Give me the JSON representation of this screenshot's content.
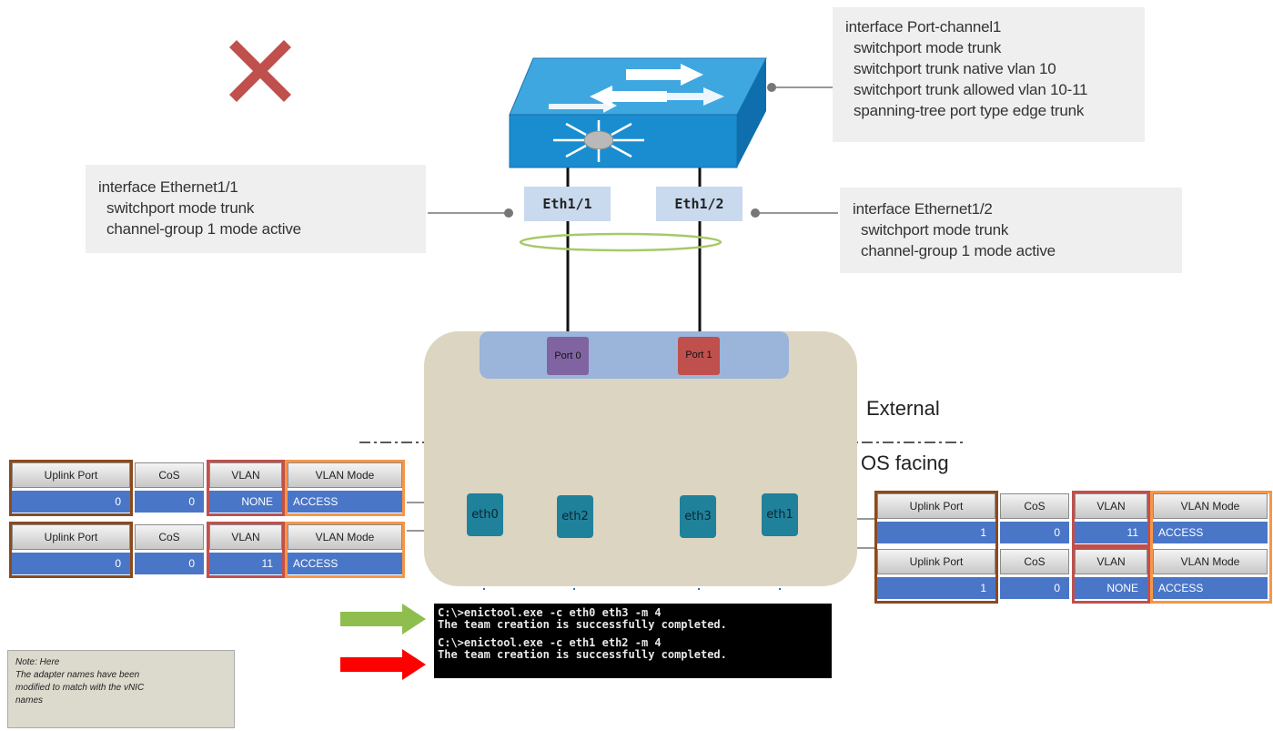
{
  "config_portchannel": [
    "interface Port-channel1",
    "  switchport mode trunk",
    "  switchport trunk native vlan 10",
    "  switchport trunk allowed vlan 10-11",
    "  spanning-tree port type edge trunk"
  ],
  "config_eth11": [
    "interface Ethernet1/1",
    "  switchport mode trunk",
    "  channel-group 1 mode active"
  ],
  "config_eth12": [
    "interface Ethernet1/2",
    "  switchport mode trunk",
    "  channel-group 1 mode active"
  ],
  "switch_ports": {
    "left": "Eth1/1",
    "right": "Eth1/2"
  },
  "nic": {
    "port0": "Port 0",
    "port1": "Port 1",
    "external_label": "External",
    "os_facing_label": "OS facing",
    "eth0": "eth0",
    "eth1": "eth1",
    "eth2": "eth2",
    "eth3": "eth3"
  },
  "headers": {
    "uplink": "Uplink Port",
    "cos": "CoS",
    "vlan": "VLAN",
    "vlan_mode": "VLAN Mode"
  },
  "vnic_left": [
    {
      "uplink": "0",
      "cos": "0",
      "vlan": "NONE",
      "mode": "ACCESS"
    },
    {
      "uplink": "0",
      "cos": "0",
      "vlan": "11",
      "mode": "ACCESS"
    }
  ],
  "vnic_right": [
    {
      "uplink": "1",
      "cos": "0",
      "vlan": "11",
      "mode": "ACCESS"
    },
    {
      "uplink": "1",
      "cos": "0",
      "vlan": "NONE",
      "mode": "ACCESS"
    }
  ],
  "console": [
    "C:\\>enictool.exe -c eth0 eth3 -m 4",
    "The team creation is successfully completed.",
    "",
    "C:\\>enictool.exe -c eth1 eth2 -m 4",
    "The team creation is successfully completed."
  ],
  "note": [
    "Note: Here",
    "The adapter names have been",
    "modified to match with the vNIC",
    "names"
  ],
  "colors": {
    "cross": "#c0504d",
    "switch": "#1f8fd0",
    "port0": "#8064a2",
    "port1": "#c0504d",
    "eth": "#20819b",
    "green_arrow": "#8fbe4f",
    "red_arrow": "#ff0000"
  }
}
